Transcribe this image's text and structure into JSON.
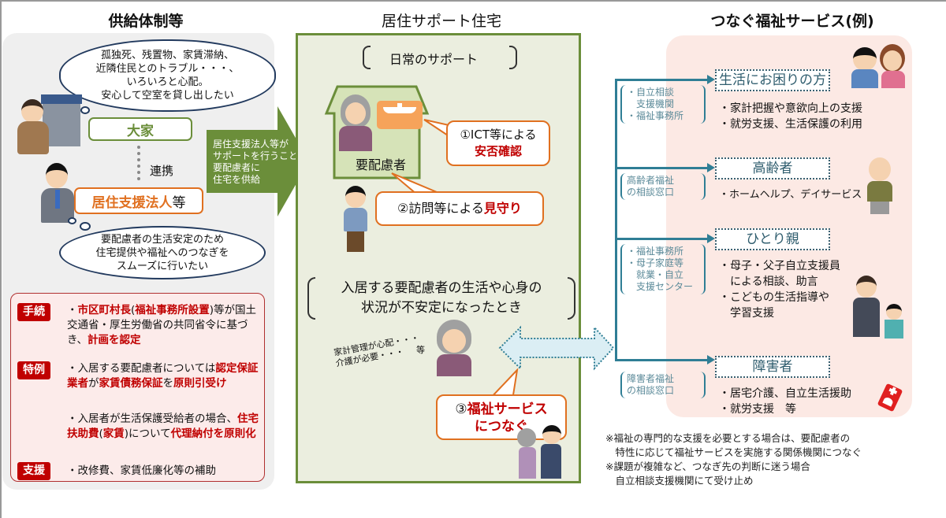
{
  "left": {
    "title": "供給体制等",
    "landlord_cloud": [
      "孤独死、残置物、家賃滞納、",
      "近隣住民とのトラブル・・・、",
      "いろいろと心配。",
      "安心して空室を貸し出したい"
    ],
    "landlord_label": "大家",
    "link_label": "連携",
    "support_corp_label_red": "居住支援法人",
    "support_corp_label_suffix": "等",
    "support_corp_cloud": [
      "要配慮者の生活安定のため",
      "住宅提供や福祉へのつなぎを",
      "スムーズに行いたい"
    ],
    "rules": [
      {
        "tag": "手続",
        "segments": [
          {
            "t": "・",
            "red": false
          },
          {
            "t": "市区町村長",
            "red": true
          },
          {
            "t": "(",
            "red": false
          },
          {
            "t": "福祉事務所設置",
            "red": true
          },
          {
            "t": ")",
            "red": false
          },
          {
            "t": "等が国土交通省・厚生労働省の共同省令に基づき、",
            "red": false
          },
          {
            "t": "計画を認定",
            "red": true
          }
        ]
      },
      {
        "tag": "特例",
        "segments": [
          {
            "t": "・入居する要配慮者については",
            "red": false
          },
          {
            "t": "認定保証業者",
            "red": true
          },
          {
            "t": "が",
            "red": false
          },
          {
            "t": "家賃債務保証",
            "red": true
          },
          {
            "t": "を",
            "red": false
          },
          {
            "t": "原則引受け",
            "red": true
          }
        ],
        "segments2": [
          {
            "t": "・入居者が生活保護受給者の場合、",
            "red": false
          },
          {
            "t": "住宅扶助費",
            "red": true
          },
          {
            "t": "(",
            "red": false
          },
          {
            "t": "家賃",
            "red": true
          },
          {
            "t": ")について",
            "red": false
          },
          {
            "t": "代理納付を原則化",
            "red": true
          }
        ]
      },
      {
        "tag": "支援",
        "segments": [
          {
            "t": "・改修費、家賃低廉化等の補助",
            "red": false
          }
        ]
      }
    ]
  },
  "arrow_text": [
    "居住支援法人等が",
    "サポートを行うことで",
    "要配慮者に",
    "住宅を供給"
  ],
  "center": {
    "title": "居住サポート住宅",
    "daily_support": "日常のサポート",
    "resident_label": "要配慮者",
    "ict_prefix": "①ICT等による",
    "ict_red": "安否確認",
    "visit_prefix": "②訪問等による",
    "visit_red": "見守り",
    "unstable": [
      "入居する要配慮者の生活や心身の",
      "状況が不安定になったとき"
    ],
    "worry_lines": [
      "家計管理が心配・・・",
      "介護が必要・・・"
    ],
    "worry_etc": "等",
    "connect_prefix": "③",
    "connect_red": [
      "福祉サービス",
      "につなぐ"
    ]
  },
  "right": {
    "title": "つなぐ福祉サービス(例)",
    "services": [
      {
        "title": "生活にお困りの方",
        "org": [
          "・自立相談",
          "　支援機関",
          "・福祉事務所"
        ],
        "items": [
          "・家計把握や意欲向上の支援",
          "・就労支援、生活保護の利用"
        ]
      },
      {
        "title": "高齢者",
        "org": [
          "高齢者福祉",
          "の相談窓口"
        ],
        "items": [
          "・ホームヘルプ、デイサービス"
        ]
      },
      {
        "title": "ひとり親",
        "org": [
          "・福祉事務所",
          "・母子家庭等",
          "　就業・自立",
          "　支援センター"
        ],
        "items": [
          "・母子・父子自立支援員",
          "　による相談、助言",
          "・こどもの生活指導や",
          "　学習支援"
        ]
      },
      {
        "title": "障害者",
        "org": [
          "障害者福祉",
          "の相談窓口"
        ],
        "items": [
          "・居宅介護、自立生活援助",
          "・就労支援　等"
        ]
      }
    ],
    "notes": [
      "※福祉の専門的な支援を必要とする場合は、要配慮者の",
      "　特性に応じて福祉サービスを実施する関係機関につなぐ",
      "※課題が複雑など、つなぎ先の判断に迷う場合",
      "　自立相談支援機関にて受け止め"
    ]
  },
  "colors": {
    "green": "#6b8e3a",
    "red": "#c00000",
    "orange": "#e07020",
    "teal": "#2f7e95",
    "pink_bg": "#fce9e4",
    "gray_bg": "#efefef",
    "center_bg": "#ebeedf"
  }
}
